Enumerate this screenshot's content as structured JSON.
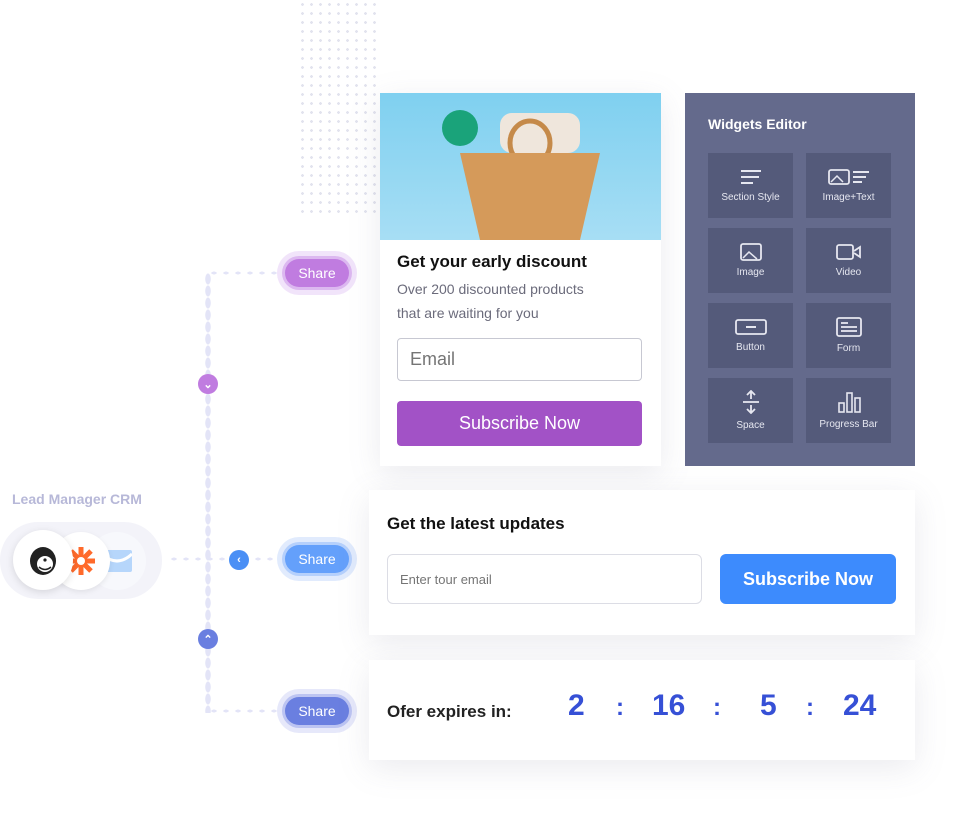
{
  "crm": {
    "label": "Lead Manager CRM",
    "icons": [
      "mailchimp-icon",
      "zapier-icon",
      "email-icon"
    ]
  },
  "share": {
    "top": "Share",
    "middle": "Share",
    "bottom": "Share"
  },
  "colors": {
    "purple": "#a45cd0",
    "blue": "#3d8bfd",
    "indigo": "#6a7fe0",
    "panel": "#646a8c"
  },
  "promo": {
    "title": "Get your early discount",
    "desc1": "Over 200 discounted products",
    "desc2": "that are waiting for you",
    "email_placeholder": "Email",
    "button": "Subscribe Now"
  },
  "widgets": {
    "title": "Widgets Editor",
    "items": [
      {
        "label": "Section Style"
      },
      {
        "label": "Image+Text"
      },
      {
        "label": "Image"
      },
      {
        "label": "Video"
      },
      {
        "label": "Button"
      },
      {
        "label": "Form"
      },
      {
        "label": "Space"
      },
      {
        "label": "Progress Bar"
      }
    ]
  },
  "updates": {
    "title": "Get the latest updates",
    "placeholder": "Enter tour email",
    "button": "Subscribe Now"
  },
  "timer": {
    "label": "Ofer expires in:",
    "days": "2",
    "hours": "16",
    "minutes": "5",
    "seconds": "24",
    "sep": ":"
  }
}
